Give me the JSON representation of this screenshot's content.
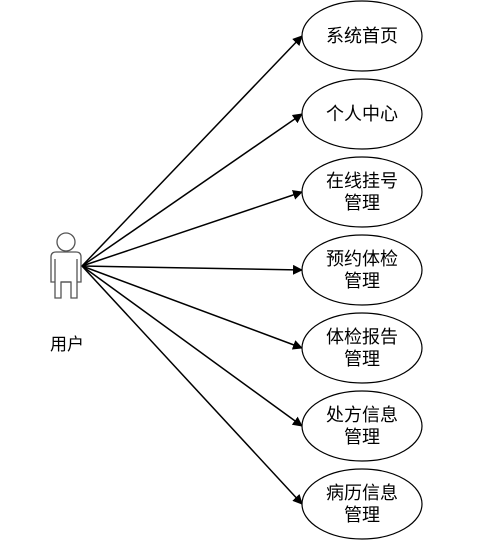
{
  "actor": {
    "label": "用户",
    "icon": "stick-figure-user-icon"
  },
  "use_cases": [
    {
      "id": "system-home",
      "lines": [
        "系统首页"
      ]
    },
    {
      "id": "personal-center",
      "lines": [
        "个人中心"
      ]
    },
    {
      "id": "online-registration",
      "lines": [
        "在线挂号",
        "管理"
      ]
    },
    {
      "id": "checkup-booking",
      "lines": [
        "预约体检",
        "管理"
      ]
    },
    {
      "id": "checkup-report",
      "lines": [
        "体检报告",
        "管理"
      ]
    },
    {
      "id": "prescription-info",
      "lines": [
        "处方信息",
        "管理"
      ]
    },
    {
      "id": "medical-history",
      "lines": [
        "病历信息",
        "管理"
      ]
    }
  ],
  "colors": {
    "line": "#000000",
    "ellipse_fill": "#ffffff",
    "actor_stroke": "#555555"
  }
}
